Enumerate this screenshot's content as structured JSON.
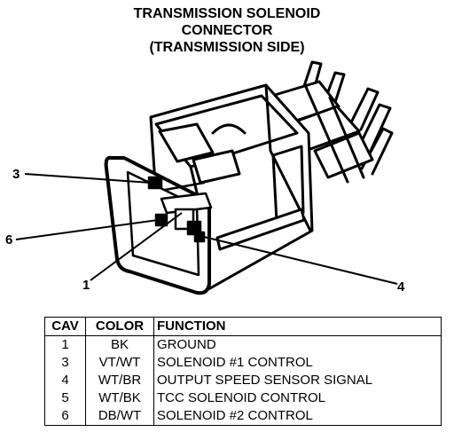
{
  "title": {
    "line1": "TRANSMISSION SOLENOID",
    "line2": "CONNECTOR",
    "line3": "(TRANSMISSION SIDE)"
  },
  "callouts": {
    "pin3": "3",
    "pin6": "6",
    "pin1": "1",
    "pin4": "4"
  },
  "table": {
    "headers": {
      "cav": "CAV",
      "color": "COLOR",
      "function": "FUNCTION"
    },
    "rows": [
      {
        "cav": "1",
        "color": "BK",
        "function": "GROUND"
      },
      {
        "cav": "3",
        "color": "VT/WT",
        "function": "SOLENOID #1 CONTROL"
      },
      {
        "cav": "4",
        "color": "WT/BR",
        "function": "OUTPUT SPEED SENSOR SIGNAL"
      },
      {
        "cav": "5",
        "color": "WT/BK",
        "function": "TCC SOLENOID CONTROL"
      },
      {
        "cav": "6",
        "color": "DB/WT",
        "function": "SOLENOID #2 CONTROL"
      }
    ]
  }
}
